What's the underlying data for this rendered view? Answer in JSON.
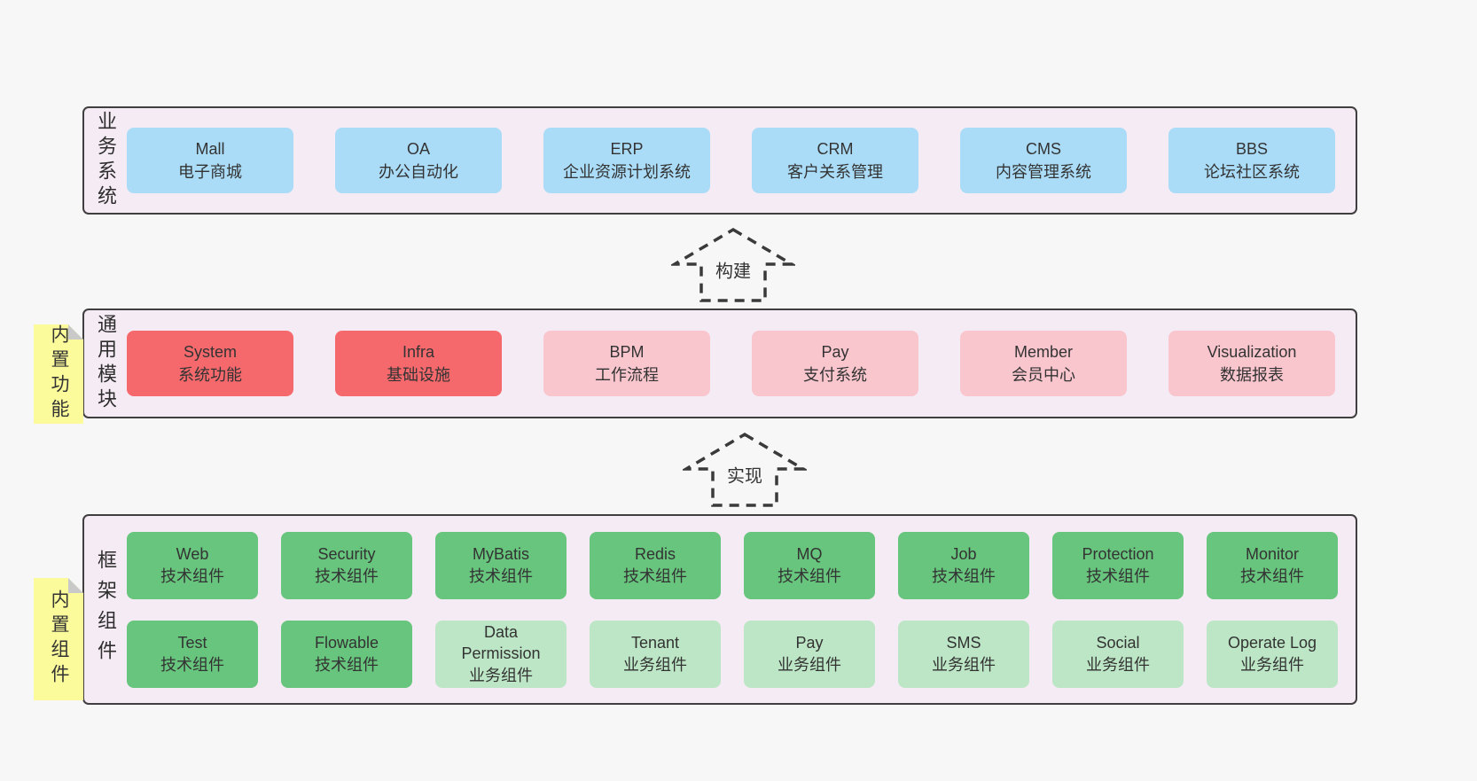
{
  "diagram": {
    "bands": {
      "business": {
        "label": "业务系统",
        "boxes": [
          {
            "title": "Mall",
            "subtitle": "电子商城"
          },
          {
            "title": "OA",
            "subtitle": "办公自动化"
          },
          {
            "title": "ERP",
            "subtitle": "企业资源计划系统"
          },
          {
            "title": "CRM",
            "subtitle": "客户关系管理"
          },
          {
            "title": "CMS",
            "subtitle": "内容管理系统"
          },
          {
            "title": "BBS",
            "subtitle": "论坛社区系统"
          }
        ]
      },
      "modules": {
        "label": "通用模块",
        "note": "内置功能",
        "boxes": [
          {
            "title": "System",
            "subtitle": "系统功能"
          },
          {
            "title": "Infra",
            "subtitle": "基础设施"
          },
          {
            "title": "BPM",
            "subtitle": "工作流程"
          },
          {
            "title": "Pay",
            "subtitle": "支付系统"
          },
          {
            "title": "Member",
            "subtitle": "会员中心"
          },
          {
            "title": "Visualization",
            "subtitle": "数据报表"
          }
        ]
      },
      "components": {
        "label": "框架组件",
        "note": "内置组件",
        "row1": [
          {
            "title": "Web",
            "subtitle": "技术组件"
          },
          {
            "title": "Security",
            "subtitle": "技术组件"
          },
          {
            "title": "MyBatis",
            "subtitle": "技术组件"
          },
          {
            "title": "Redis",
            "subtitle": "技术组件"
          },
          {
            "title": "MQ",
            "subtitle": "技术组件"
          },
          {
            "title": "Job",
            "subtitle": "技术组件"
          },
          {
            "title": "Protection",
            "subtitle": "技术组件"
          },
          {
            "title": "Monitor",
            "subtitle": "技术组件"
          }
        ],
        "row2": [
          {
            "title": "Test",
            "subtitle": "技术组件"
          },
          {
            "title": "Flowable",
            "subtitle": "技术组件"
          },
          {
            "title": "Data Permission",
            "subtitle": "业务组件"
          },
          {
            "title": "Tenant",
            "subtitle": "业务组件"
          },
          {
            "title": "Pay",
            "subtitle": "业务组件"
          },
          {
            "title": "SMS",
            "subtitle": "业务组件"
          },
          {
            "title": "Social",
            "subtitle": "业务组件"
          },
          {
            "title": "Operate Log",
            "subtitle": "业务组件"
          }
        ]
      }
    },
    "arrows": {
      "build": "构建",
      "implement": "实现"
    },
    "colors": {
      "canvas_bg": "#f7f7f7",
      "band_bg": "#f5ebf4",
      "band_border": "#3f3f3f",
      "blue_box": "#aadcf8",
      "red_box": "#f5696d",
      "pink_box": "#f9c6ce",
      "green_box": "#67c57d",
      "light_green_box": "#bce6c5",
      "note_bg": "#fbfb9b",
      "note_fold": "#c9c9c9",
      "text": "#333333"
    }
  }
}
